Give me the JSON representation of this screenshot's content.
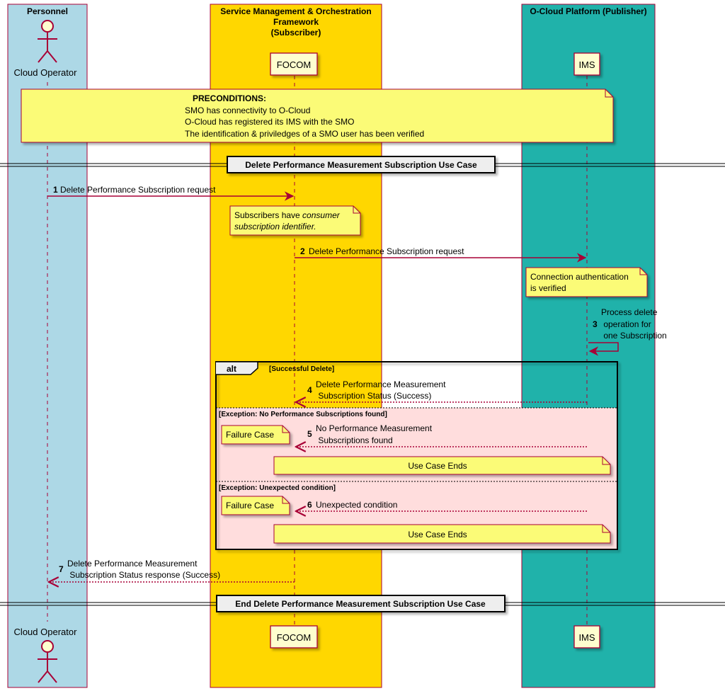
{
  "boxes": {
    "personnel": {
      "title": "Personnel",
      "color": "#ADD8E6"
    },
    "smo": {
      "title_lines": [
        "Service Management & Orchestration",
        "Framework",
        "(Subscriber)"
      ],
      "color": "#FFD700"
    },
    "ocloud": {
      "title": "O-Cloud Platform (Publisher)",
      "color": "#20B2AA"
    }
  },
  "participants": {
    "operator": "Cloud Operator",
    "focom": "FOCOM",
    "ims": "IMS"
  },
  "preconditions": {
    "title": "PRECONDITIONS:",
    "lines": [
      "SMO has connectivity to O-Cloud",
      "O-Cloud has registered its IMS with the SMO",
      "The identification & priviledges of a SMO user has been verified"
    ]
  },
  "dividers": {
    "start": "Delete Performance Measurement Subscription Use Case",
    "end": "End Delete Performance Measurement Subscription Use Case"
  },
  "messages": [
    {
      "num": "1",
      "lines": [
        "Delete Performance Subscription request"
      ]
    },
    {
      "num": "2",
      "lines": [
        "Delete Performance Subscription request"
      ]
    },
    {
      "num": "3",
      "lines": [
        "Process delete",
        " operation for",
        " one Subscription"
      ]
    },
    {
      "num": "4",
      "lines": [
        "Delete Performance Measurement",
        " Subscription Status (Success)"
      ]
    },
    {
      "num": "5",
      "lines": [
        "No Performance Measurement",
        " Subscriptions found"
      ]
    },
    {
      "num": "6",
      "lines": [
        "Unexpected condition"
      ]
    },
    {
      "num": "7",
      "lines": [
        "Delete Performance Measurement",
        " Subscription Status response (Success)"
      ]
    }
  ],
  "notes": {
    "consumer_id": {
      "plain": "Subscribers have ",
      "italic_1": "consumer",
      "italic_2": "subscription identifier."
    },
    "auth": [
      "Connection authentication",
      "is verified"
    ],
    "failure_case": "Failure Case",
    "use_case_ends": "Use Case Ends"
  },
  "alt": {
    "keyword": "alt",
    "guards": [
      "[Successful Delete]",
      "[Exception: No Performance Subscriptions found]",
      "[Exception: Unexpected condition]"
    ]
  },
  "colors": {
    "arrow": "#A80036",
    "note_fill": "#FBFB77",
    "participant_fill": "#FEFECE",
    "exception_fill": "#FFDDDD"
  }
}
